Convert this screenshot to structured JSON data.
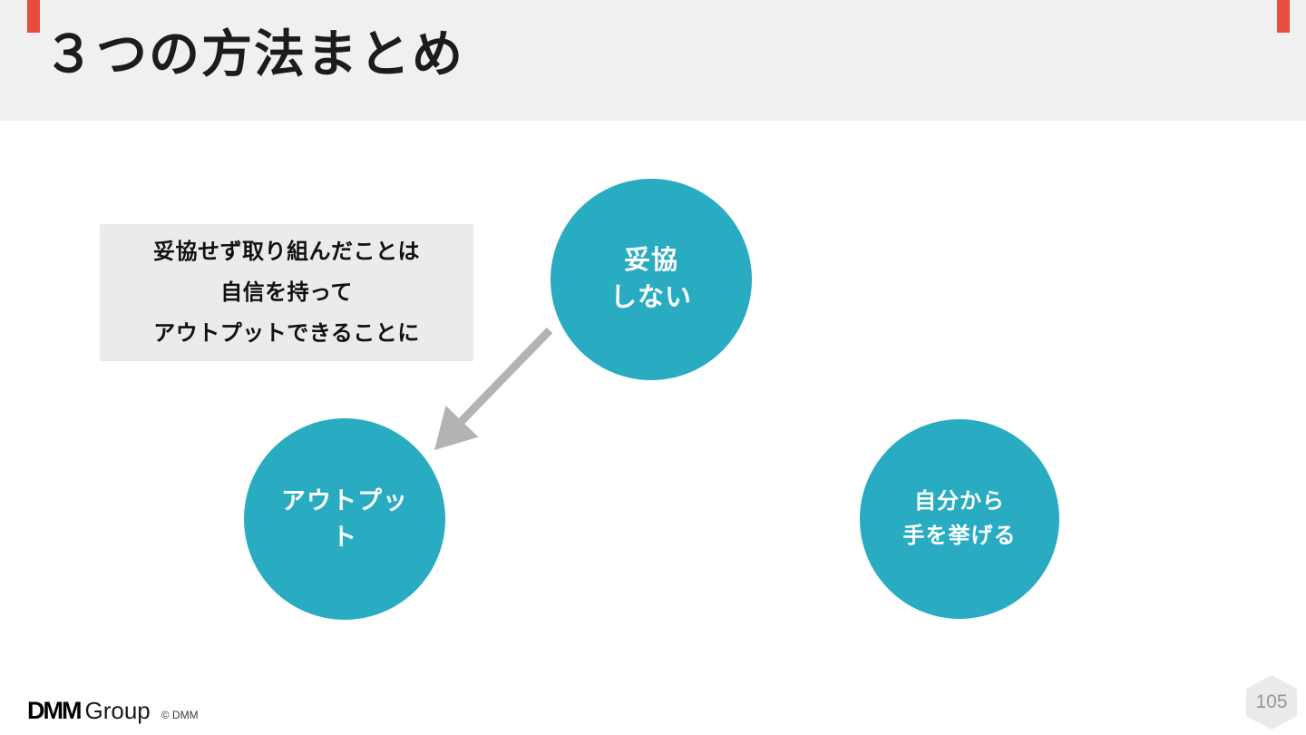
{
  "slide": {
    "title": "３つの方法まとめ",
    "page_number": "105",
    "note_box": {
      "lines": [
        "妥協せず取り組んだことは",
        "自信を持って",
        "アウトプットできることに"
      ]
    },
    "circles": [
      {
        "id": "no-compromise",
        "lines": [
          "妥協",
          "しない"
        ]
      },
      {
        "id": "output",
        "lines": [
          "アウトプッ",
          "ト"
        ]
      },
      {
        "id": "raise-hand",
        "lines": [
          "自分から",
          "手を挙げる"
        ]
      }
    ],
    "footer": {
      "logo_dmm": "DMM",
      "logo_group": "Group",
      "copyright": "© DMM"
    },
    "colors": {
      "accent_teal": "#29ACC2",
      "header_bg": "#F0F0F0",
      "box_bg": "#EBEBEB",
      "arrow_gray": "#B3B3B3",
      "corner_red": "#E74C3C",
      "hexagon_bg": "#EAEAEA",
      "page_number_color": "#979797"
    }
  }
}
